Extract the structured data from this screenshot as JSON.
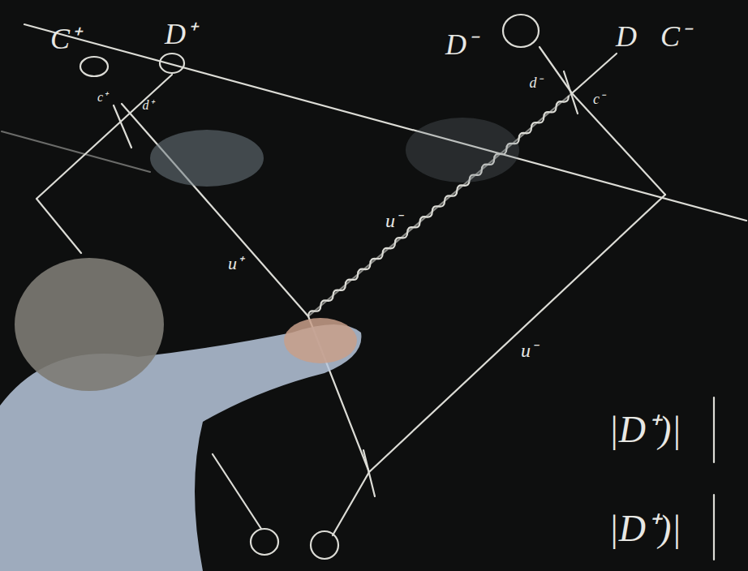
{
  "diagram": {
    "labels": [
      "C⁺",
      "D⁺",
      "c⁺",
      "d⁺",
      "u⁺",
      "u⁻",
      "D⁻",
      "D",
      "C⁻",
      "d⁻",
      "c⁻",
      "u⁻",
      "|D⁺)|",
      "|D⁺)|"
    ]
  }
}
